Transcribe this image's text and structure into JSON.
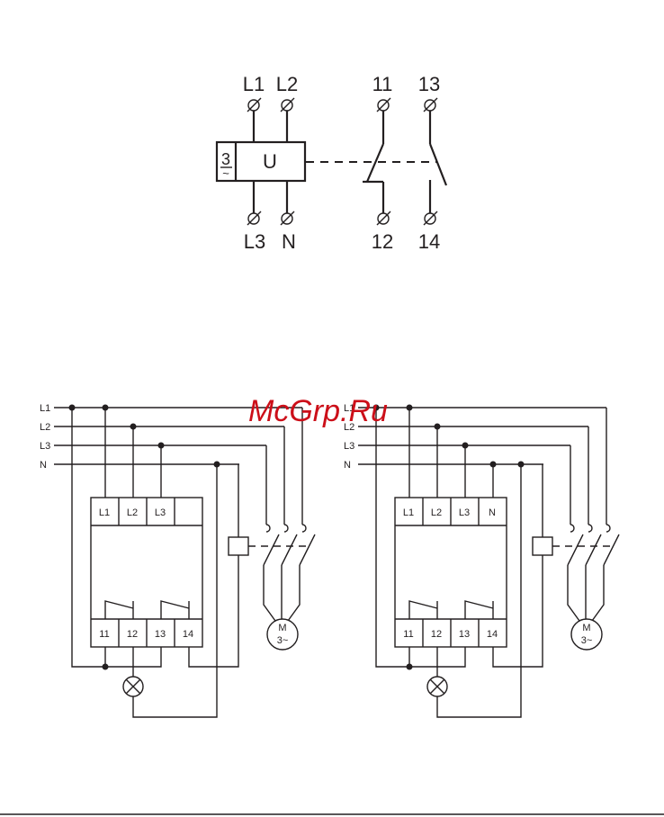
{
  "watermark": "McGrp.Ru",
  "symbol": {
    "phase_count": "3",
    "phase_mark": "~",
    "unit_label": "U",
    "terminals_top": [
      "L1",
      "L2",
      "11",
      "13"
    ],
    "terminals_bottom": [
      "L3",
      "N",
      "12",
      "14"
    ]
  },
  "wiring": {
    "bus_labels": [
      "L1",
      "L2",
      "L3",
      "N"
    ],
    "left": {
      "top_terminals": [
        "L1",
        "L2",
        "L3",
        ""
      ],
      "bottom_terminals": [
        "11",
        "12",
        "13",
        "14"
      ],
      "motor_label": "M",
      "motor_sub": "3~"
    },
    "right": {
      "top_terminals": [
        "L1",
        "L2",
        "L3",
        "N"
      ],
      "bottom_terminals": [
        "11",
        "12",
        "13",
        "14"
      ],
      "motor_label": "M",
      "motor_sub": "3~"
    }
  }
}
